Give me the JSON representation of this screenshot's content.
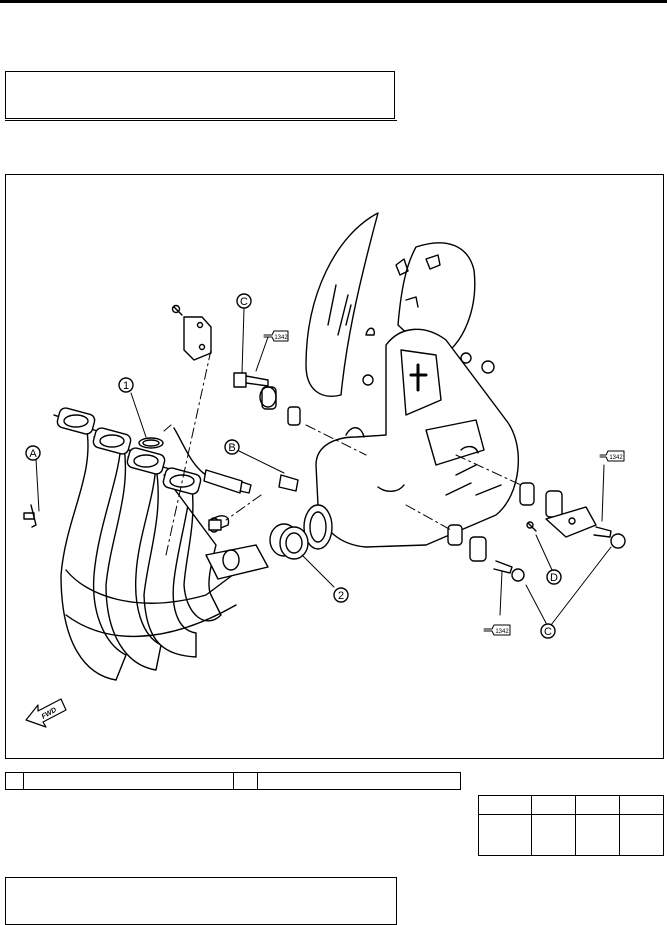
{
  "figure": {
    "callouts": {
      "c1": "1",
      "c2": "2",
      "cA": "A",
      "cB": "B",
      "cC_top": "C",
      "cC_bottom": "C",
      "cD": "D"
    },
    "direction_label": "FWD",
    "lock_tag": "1342"
  },
  "legend": {
    "cells": [
      "",
      "",
      "",
      ""
    ]
  },
  "spec_table": {
    "header": [
      "",
      "",
      "",
      ""
    ],
    "row": [
      "",
      "",
      "",
      ""
    ]
  }
}
